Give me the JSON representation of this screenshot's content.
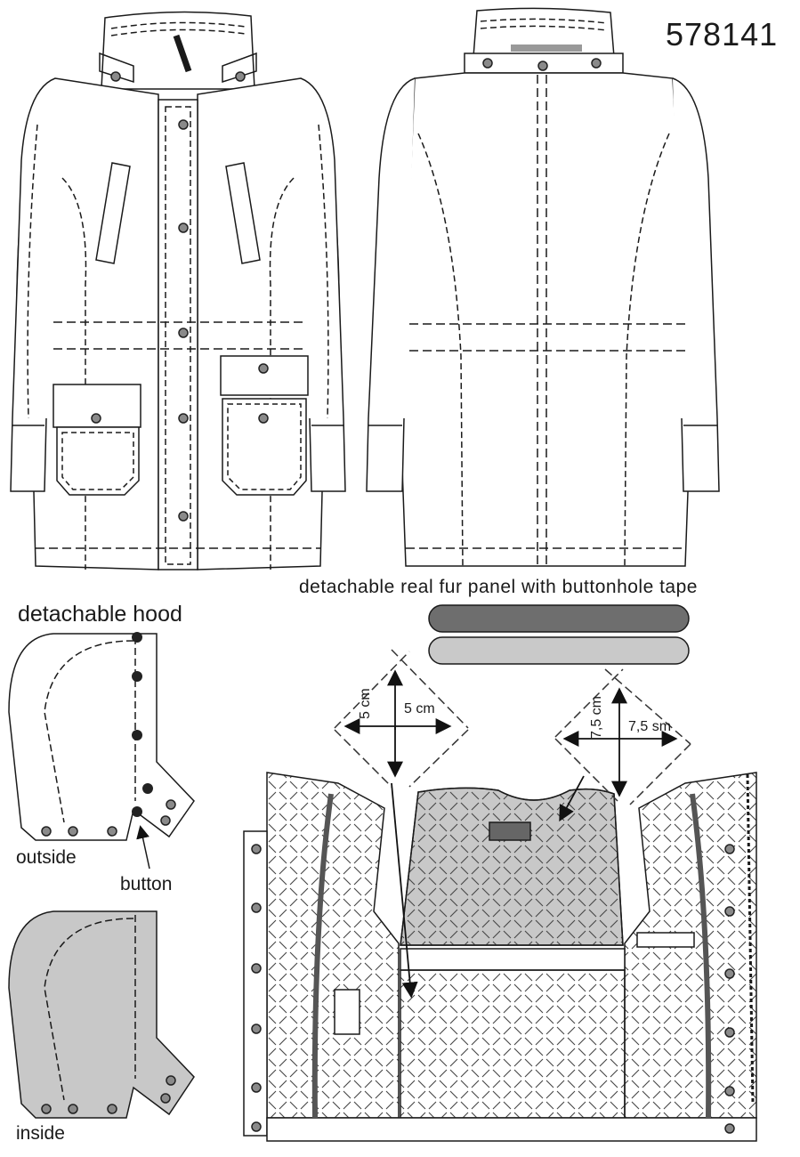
{
  "model_number": "578141",
  "labels": {
    "fur_panel": "detachable real fur panel with buttonhole tape",
    "hood": "detachable hood",
    "outside": "outside",
    "inside": "inside",
    "button": "button"
  },
  "measurements": {
    "left_vertical": "5 cm",
    "left_horizontal": "5 cm",
    "right_vertical": "7,5 cm",
    "right_horizontal": "7,5 sm"
  },
  "colors": {
    "line": "#1a1a1a",
    "fur_dark": "#6e6e6e",
    "fur_light": "#c9c9c9",
    "lining": "#c8c8c8",
    "button": "#8a8a8a"
  }
}
